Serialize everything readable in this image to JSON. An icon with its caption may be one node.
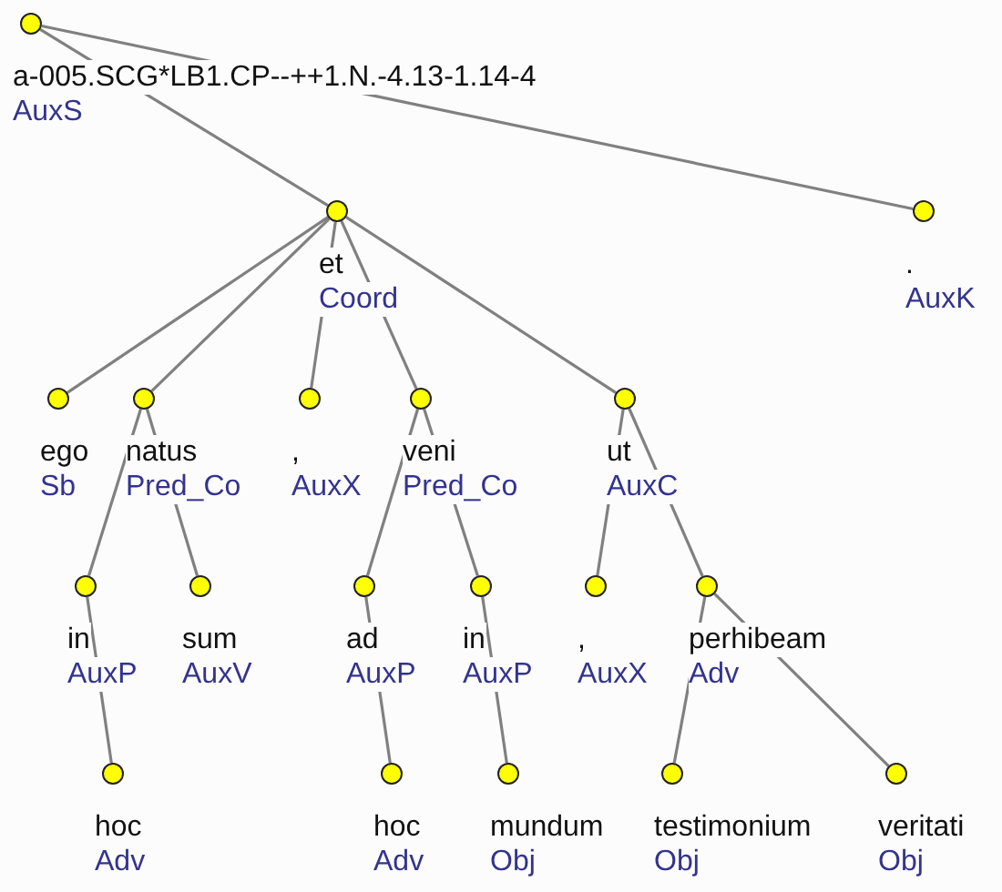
{
  "diagram": {
    "nodes": [
      {
        "text": [
          "a-005.SCG*LB1.CP--++1.N.-4.13-1.14-4",
          "AuxS"
        ]
      },
      {
        "text": [
          "et",
          "Coord"
        ]
      },
      {
        "text": [
          ".",
          "AuxK"
        ]
      },
      {
        "text": [
          "ego",
          "Sb"
        ]
      },
      {
        "text": [
          "natus",
          "Pred_Co"
        ]
      },
      {
        "text": [
          ",",
          "AuxX"
        ]
      },
      {
        "text": [
          "veni",
          "Pred_Co"
        ]
      },
      {
        "text": [
          "ut",
          "AuxC"
        ]
      },
      {
        "text": [
          "in",
          "AuxP"
        ]
      },
      {
        "text": [
          "sum",
          "AuxV"
        ]
      },
      {
        "text": [
          "ad",
          "AuxP"
        ]
      },
      {
        "text": [
          "in",
          "AuxP"
        ]
      },
      {
        "text": [
          ",",
          "AuxX"
        ]
      },
      {
        "text": [
          "perhibeam",
          "Adv"
        ]
      },
      {
        "text": [
          "hoc",
          "Adv"
        ]
      },
      {
        "text": [
          "hoc",
          "Adv"
        ]
      },
      {
        "text": [
          "mundum",
          "Obj"
        ]
      },
      {
        "text": [
          "testimonium",
          "Obj"
        ]
      },
      {
        "text": [
          "veritati",
          "Obj"
        ]
      }
    ],
    "edges": [
      {
        "from": 0,
        "to": 1,
        "arrow": "none"
      },
      {
        "from": 0,
        "to": 2,
        "arrow": "none"
      },
      {
        "from": 1,
        "to": 3,
        "arrow": "none"
      },
      {
        "from": 1,
        "to": 4,
        "arrow": "none"
      },
      {
        "from": 1,
        "to": 5,
        "arrow": "none"
      },
      {
        "from": 1,
        "to": 6,
        "arrow": "none"
      },
      {
        "from": 1,
        "to": 7,
        "arrow": "none"
      },
      {
        "from": 4,
        "to": 8,
        "arrow": "none"
      },
      {
        "from": 4,
        "to": 9,
        "arrow": "none"
      },
      {
        "from": 6,
        "to": 10,
        "arrow": "none"
      },
      {
        "from": 6,
        "to": 11,
        "arrow": "none"
      },
      {
        "from": 7,
        "to": 12,
        "arrow": "none"
      },
      {
        "from": 7,
        "to": 13,
        "arrow": "none"
      },
      {
        "from": 8,
        "to": 14,
        "arrow": "none"
      },
      {
        "from": 10,
        "to": 15,
        "arrow": "none"
      },
      {
        "from": 11,
        "to": 16,
        "arrow": "none"
      },
      {
        "from": 13,
        "to": 17,
        "arrow": "none"
      },
      {
        "from": 13,
        "to": 18,
        "arrow": "none"
      }
    ]
  }
}
